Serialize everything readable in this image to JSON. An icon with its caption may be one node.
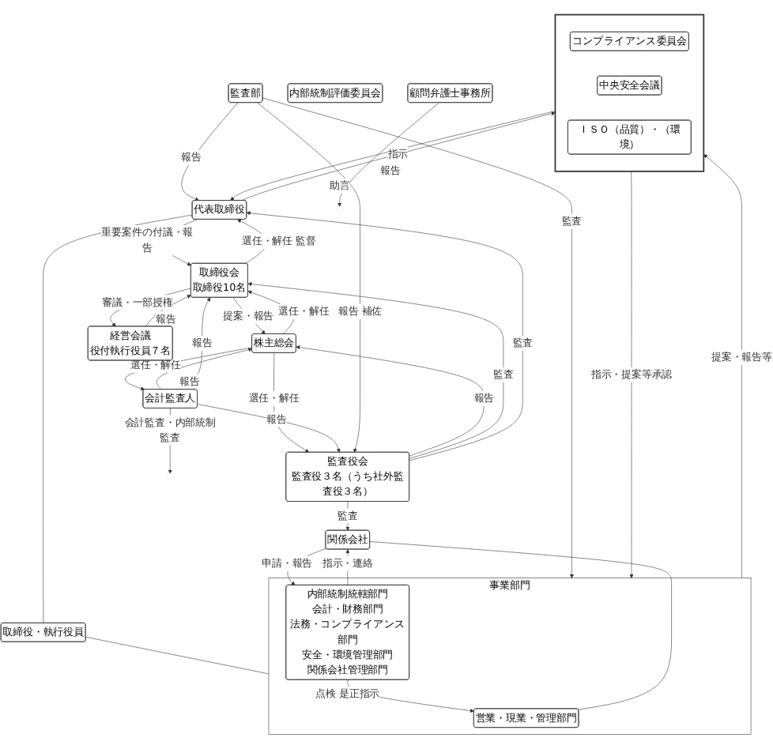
{
  "diagram": {
    "nodes": [
      {
        "text": [
          "株主総会"
        ]
      },
      {
        "text": [
          "会計監査人"
        ]
      },
      {
        "text": [
          "監査役会",
          "監査役３名（うち社外監査役３名）"
        ]
      },
      {
        "text": [
          "取締役会",
          "取締役10名"
        ]
      },
      {
        "text": [
          "経営会議",
          "役付執行役員７名"
        ]
      },
      {
        "text": [
          "内部統制評価委員会"
        ]
      },
      {
        "text": [
          "監査部"
        ]
      },
      {
        "text": [
          "代表取締役"
        ]
      },
      {
        "text": [],
        "shape": "box"
      },
      {
        "text": [
          "コンプライアンス委員会"
        ],
        "in": 8
      },
      {
        "text": [
          "中央安全会議"
        ],
        "in": 8
      },
      {
        "text": [
          "ＩＳＯ（品質）・（環境）"
        ],
        "in": 8
      },
      {
        "text": [
          "取締役・執行役員"
        ]
      },
      {
        "text": [
          "事業部門"
        ]
      },
      {
        "text": [
          "営業・現業・管理部門"
        ],
        "in": 13
      },
      {
        "text": [
          "内部統制統轄部門",
          "会計・財務部門",
          "法務・コンプライアンス部門",
          "安全・環境管理部門",
          "関係会社管理部門"
        ],
        "in": 13
      },
      {
        "text": [
          "関係会社"
        ]
      },
      {
        "text": [
          "顧問弁護士事務所"
        ]
      }
    ],
    "edges": [
      {
        "from": 0,
        "to": 1,
        "arrow": "to",
        "label": "選任・解任"
      },
      {
        "from": 1,
        "to": 0,
        "arrow": "to",
        "label": "報告"
      },
      {
        "from": 0,
        "to": 2,
        "arrow": "to",
        "label": "選任・解任"
      },
      {
        "from": 2,
        "to": 0,
        "arrow": "to",
        "label": "報告"
      },
      {
        "from": 0,
        "to": 3,
        "arrow": "to",
        "label": "選任・解任"
      },
      {
        "from": 3,
        "to": 0,
        "arrow": "to",
        "label": "提案・報告"
      },
      {
        "from": 1,
        "to": 3,
        "arrow": "to",
        "label": "報告"
      },
      {
        "from": 1,
        "to": 2,
        "arrow": "to",
        "label": "報告"
      },
      {
        "from": 2,
        "to": 3,
        "arrow": "to",
        "label": "監査"
      },
      {
        "from": 3,
        "to": 4,
        "arrow": "to",
        "label": "審議・一部授権"
      },
      {
        "from": 4,
        "to": 3,
        "arrow": "to",
        "label": "報告"
      },
      {
        "from": 3,
        "to": 7,
        "arrow": "to",
        "label": "選任・解任 監督"
      },
      {
        "from": 7,
        "to": 3,
        "arrow": "to",
        "label": "重要案件の付議・報告"
      },
      {
        "from": 2,
        "to": 7,
        "arrow": "to",
        "label": "監査"
      },
      {
        "from": 6,
        "to": 2,
        "arrow": "to",
        "label": "報告 補佐"
      },
      {
        "from": 6,
        "to": 7,
        "arrow": "to",
        "label": "報告"
      },
      {
        "from": 2,
        "to": 16,
        "arrow": "to",
        "label": "監査"
      },
      {
        "from": 6,
        "to": 13,
        "arrow": "to",
        "label": "監査"
      },
      {
        "from": 7,
        "to": 8,
        "arrow": "to",
        "label": "指示"
      },
      {
        "from": 8,
        "to": 7,
        "arrow": "to",
        "label": "報告"
      },
      {
        "from": 7,
        "to": 12,
        "arrow": "none"
      },
      {
        "from": 12,
        "to": 13,
        "arrow": "none"
      },
      {
        "from": 8,
        "to": 13,
        "arrow": "to",
        "label": "指示・提案等承認"
      },
      {
        "from": 13,
        "to": 8,
        "arrow": "to",
        "label": "提案・報告等"
      },
      {
        "from": 15,
        "to": 14,
        "arrow": "to",
        "label": "点検 是正指示"
      },
      {
        "from": 14,
        "to": 16,
        "arrow": "none"
      },
      {
        "from": 16,
        "to": 15,
        "arrow": "to",
        "label": "申請・報告"
      },
      {
        "from": 15,
        "to": 16,
        "arrow": "to",
        "label": "指示・連絡"
      },
      {
        "from": 1,
        "to": null,
        "arrow": "to",
        "label": "会計監査・内部統制監査"
      },
      {
        "from": 17,
        "to": null,
        "arrow": "to",
        "label": "助言"
      }
    ]
  }
}
